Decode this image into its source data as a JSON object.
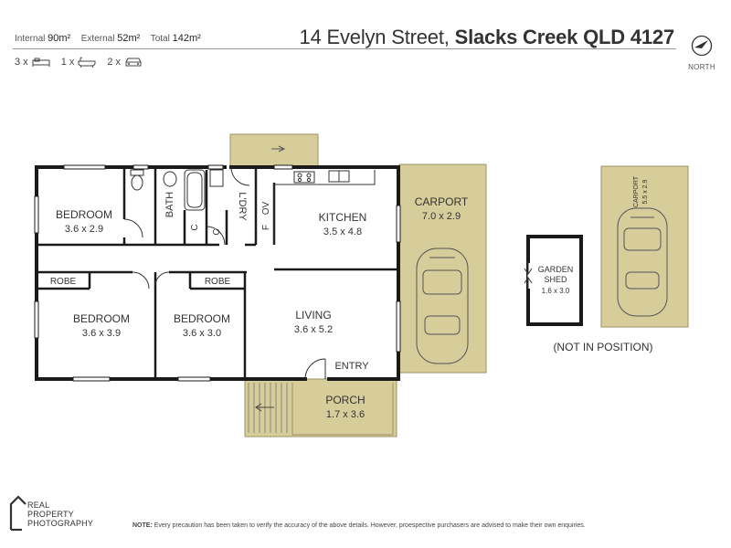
{
  "header": {
    "internal_label": "Internal",
    "internal_value": "90m²",
    "external_label": "External",
    "external_value": "52m²",
    "total_label": "Total",
    "total_value": "142m²",
    "street": "14 Evelyn Street,",
    "suburb": "Slacks Creek QLD 4127",
    "north_label": "NORTH"
  },
  "counts": {
    "bedrooms": "3 x",
    "bathrooms": "1 x",
    "cars": "2 x"
  },
  "rooms": {
    "bedroom1_name": "BEDROOM",
    "bedroom1_dims": "3.6 x 2.9",
    "bath": "BATH",
    "ldry": "L'DRY",
    "c1": "C",
    "c2": "C",
    "ov": "OV",
    "f": "F",
    "kitchen_name": "KITCHEN",
    "kitchen_dims": "3.5 x 4.8",
    "robe1": "ROBE",
    "robe2": "ROBE",
    "bedroom2_name": "BEDROOM",
    "bedroom2_dims": "3.6 x 3.9",
    "bedroom3_name": "BEDROOM",
    "bedroom3_dims": "3.6 x 3.0",
    "living_name": "LIVING",
    "living_dims": "3.6 x 5.2",
    "entry": "ENTRY",
    "porch_name": "PORCH",
    "porch_dims": "1.7 x 3.6",
    "carport1_name": "CARPORT",
    "carport1_dims": "7.0 x 2.9",
    "garden_shed_line1": "GARDEN",
    "garden_shed_line2": "SHED",
    "garden_shed_dims": "1.6 x 3.0",
    "carport2_name": "CARPORT",
    "carport2_dims": "5.5 x 2.9",
    "not_in_position": "(NOT IN POSITION)"
  },
  "colors": {
    "wall": "#1a1a1a",
    "outdoor_fill": "#d6cd9a",
    "outdoor_stroke": "#9c9262",
    "text": "#333333"
  },
  "footer": {
    "logo_line1": "REAL",
    "logo_line2": "PROPERTY",
    "logo_line3": "PHOTOGRAPHY",
    "note_label": "NOTE:",
    "note_text": "Every precaution has been taken to verify the accuracy of the above details. However, proespective purchasers are advised to make their own enquiries."
  }
}
